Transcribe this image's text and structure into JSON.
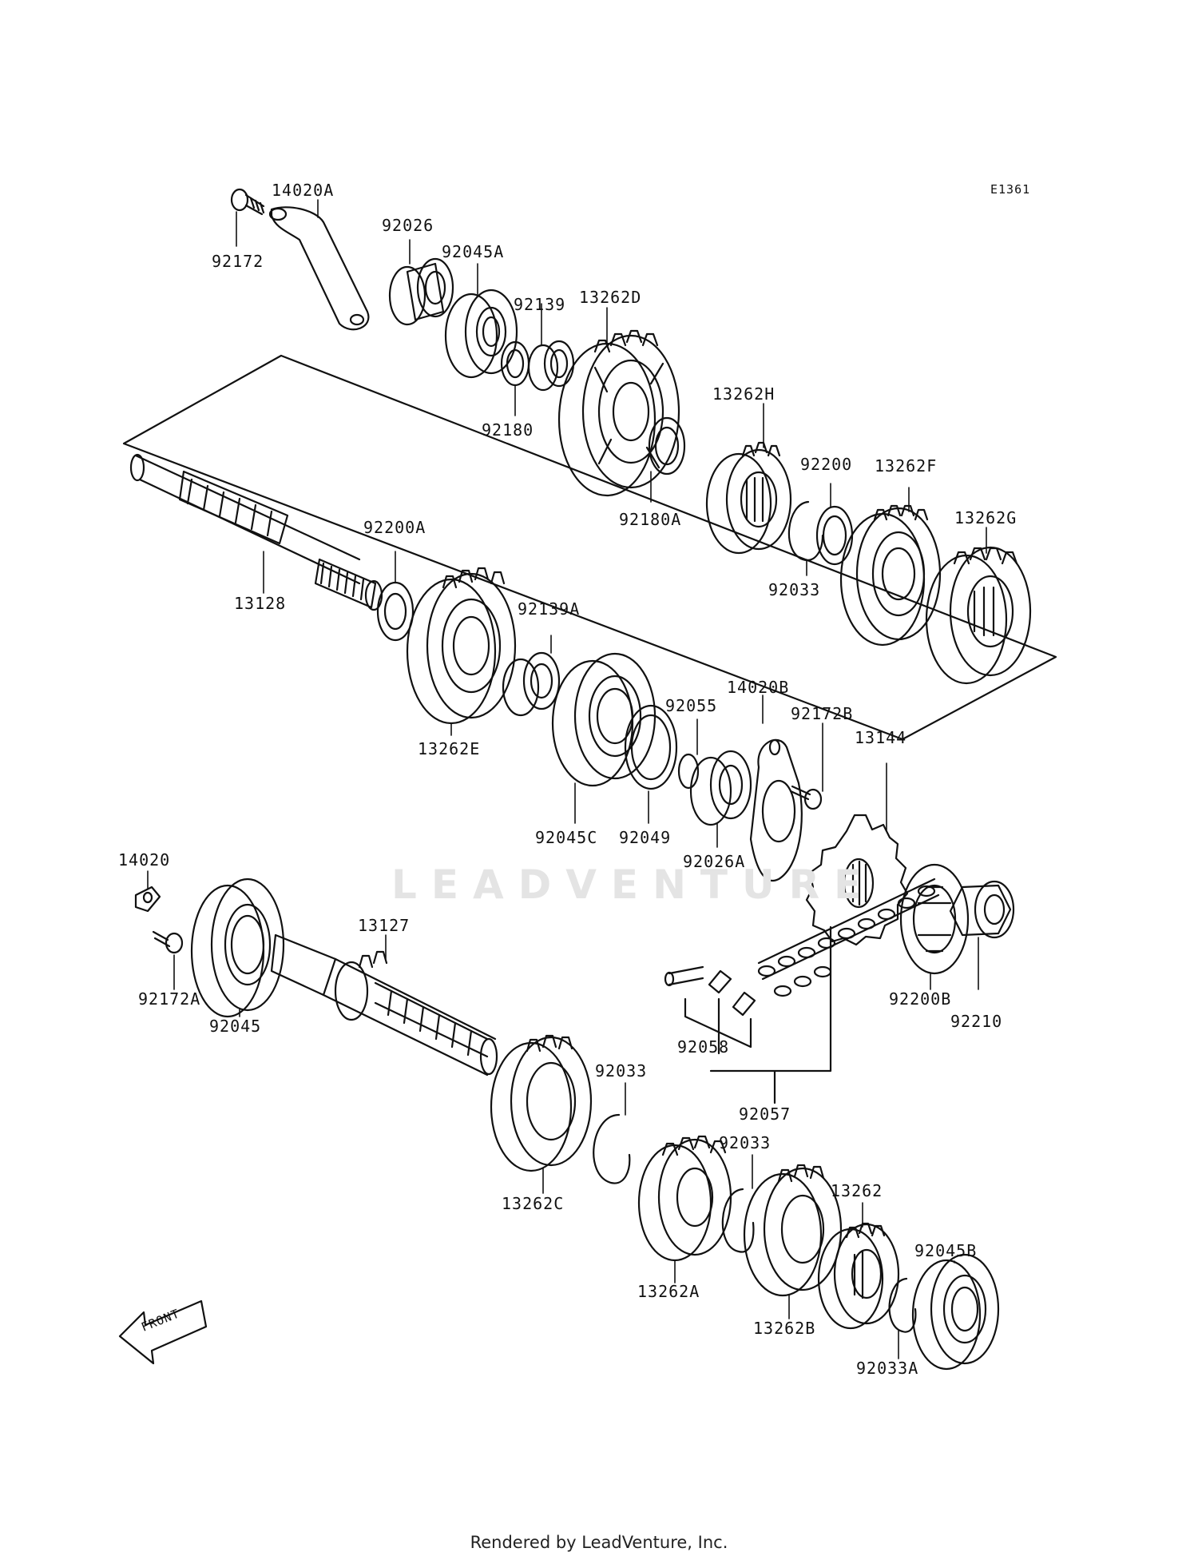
{
  "diagram": {
    "code": "E1361",
    "front_label": "FRONT",
    "watermark": "LEADVENTURE",
    "footer": "Rendered by LeadVenture, Inc."
  },
  "parts": [
    {
      "id": "92172"
    },
    {
      "id": "14020A"
    },
    {
      "id": "92026"
    },
    {
      "id": "92045A"
    },
    {
      "id": "92139"
    },
    {
      "id": "13262D"
    },
    {
      "id": "92180"
    },
    {
      "id": "92180A"
    },
    {
      "id": "13262H"
    },
    {
      "id": "92200"
    },
    {
      "id": "13262F"
    },
    {
      "id": "13262G"
    },
    {
      "id": "92033"
    },
    {
      "id": "92200A"
    },
    {
      "id": "13128"
    },
    {
      "id": "92139A"
    },
    {
      "id": "13262E"
    },
    {
      "id": "14020B"
    },
    {
      "id": "92055"
    },
    {
      "id": "92172B"
    },
    {
      "id": "13144"
    },
    {
      "id": "92045C"
    },
    {
      "id": "92049"
    },
    {
      "id": "92026A"
    },
    {
      "id": "14020"
    },
    {
      "id": "13127"
    },
    {
      "id": "92172A"
    },
    {
      "id": "92045"
    },
    {
      "id": "92200B"
    },
    {
      "id": "92210"
    },
    {
      "id": "92058"
    },
    {
      "id": "92057"
    },
    {
      "id": "92033"
    },
    {
      "id": "13262C"
    },
    {
      "id": "92033"
    },
    {
      "id": "13262A"
    },
    {
      "id": "13262"
    },
    {
      "id": "92045B"
    },
    {
      "id": "13262B"
    },
    {
      "id": "92033A"
    }
  ]
}
